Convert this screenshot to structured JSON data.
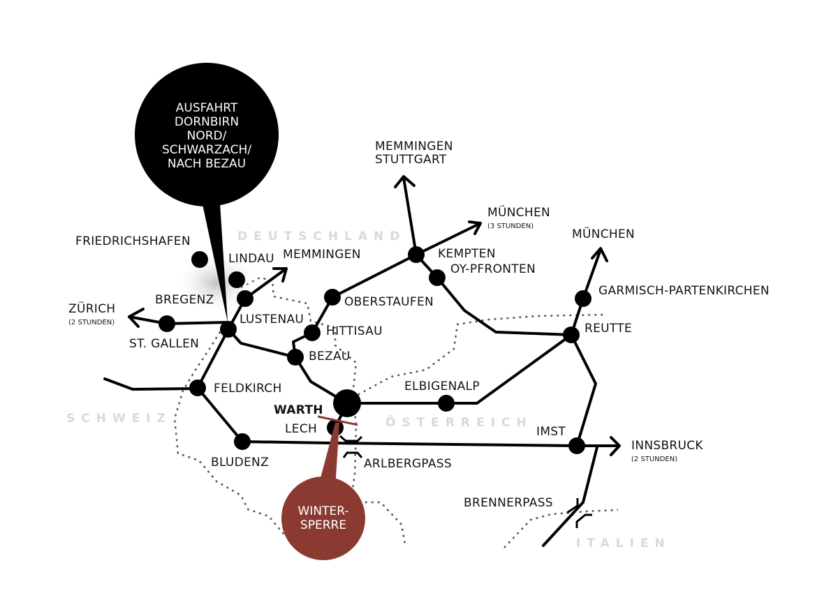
{
  "colors": {
    "road": "#000000",
    "border": "#555555",
    "country": "#d9d9d9",
    "winter": "#8b3a32",
    "callout": "#000000"
  },
  "callout": {
    "text": "AUSFAHRT\nDORNBIRN\nNORD/\nSCHWARZACH/\nNACH BEZAU"
  },
  "winter": {
    "text": "WINTER-\nSPERRE"
  },
  "countries": {
    "de": "DEUTSCHLAND",
    "ch": "SCHWEIZ",
    "at": "ÖSTERREICH",
    "it": "ITALIEN"
  },
  "places": {
    "friedrichshafen": "FRIEDRICHSHAFEN",
    "lindau": "LINDAU",
    "memmingen_w": "MEMMINGEN",
    "bregenz": "BREGENZ",
    "zurich": "ZÜRICH",
    "zurich_time": "(2 STUNDEN)",
    "st_gallen": "ST. GALLEN",
    "lustenau": "LUSTENAU",
    "hittisau": "HITTISAU",
    "oberstaufen": "OBERSTAUFEN",
    "bezau": "BEZAU",
    "feldkirch": "FELDKIRCH",
    "warth": "WARTH",
    "lech": "LECH",
    "bludenz": "BLUDENZ",
    "arlbergpass": "ARLBERGPASS",
    "memmingen_n": "MEMMINGEN",
    "stuttgart": "STUTTGART",
    "muenchen_1": "MÜNCHEN",
    "muenchen_1_time": "(3 STUNDEN)",
    "kempten": "KEMPTEN",
    "oy_pfronten": "OY-PFRONTEN",
    "muenchen_2": "MÜNCHEN",
    "garmisch": "GARMISCH-PARTENKIRCHEN",
    "reutte": "REUTTE",
    "elbigenalp": "ELBIGENALP",
    "imst": "IMST",
    "innsbruck": "INNSBRUCK",
    "innsbruck_time": "(2 STUNDEN)",
    "brennerpass": "BRENNERPASS"
  }
}
